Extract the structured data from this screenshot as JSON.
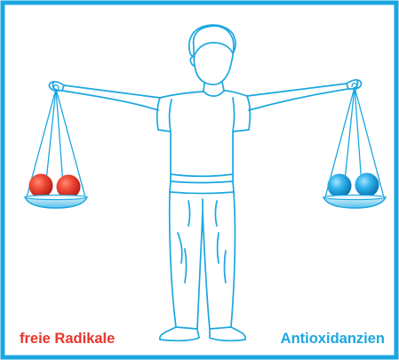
{
  "labels": {
    "left": "freie Radikale",
    "right": "Antioxidanzien"
  },
  "colors": {
    "frame": "#1aa7e0",
    "outline": "#1aa7e0",
    "radical_ball": "#e8362a",
    "antioxidant_ball": "#1aa7e0",
    "left_label": "#e8362a",
    "right_label": "#1aa7e0"
  },
  "scale": {
    "left_pan_items": 2,
    "right_pan_items": 2
  }
}
